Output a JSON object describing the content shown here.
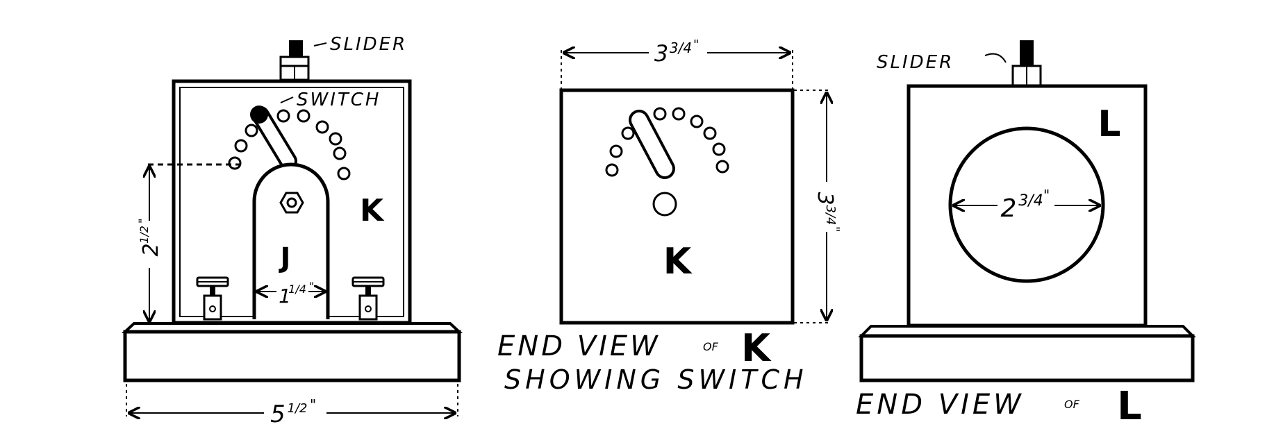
{
  "left": {
    "slider_label": "SLIDER",
    "switch_label": "SWITCH",
    "k_label": "K",
    "j_label": "J",
    "height_whole": "2",
    "height_frac": "1/2",
    "height_unit": "\"",
    "inner_width_whole": "1",
    "inner_width_frac": "1/4",
    "inner_width_unit": "\"",
    "base_width_whole": "5",
    "base_width_frac": "1/2",
    "base_width_unit": "\""
  },
  "middle": {
    "width_whole": "3",
    "width_frac": "3/4",
    "width_unit": "\"",
    "height_whole": "3",
    "height_frac": "3/4",
    "height_unit": "\"",
    "k_label": "K",
    "caption_line1": "END VIEW",
    "caption_of": "OF",
    "caption_letter": "K",
    "caption_line2": "SHOWING SWITCH"
  },
  "right": {
    "slider_label": "SLIDER",
    "l_label": "L",
    "diameter_whole": "2",
    "diameter_frac": "3/4",
    "diameter_unit": "\"",
    "caption_line1": "END VIEW",
    "caption_of": "OF",
    "caption_letter": "L"
  }
}
